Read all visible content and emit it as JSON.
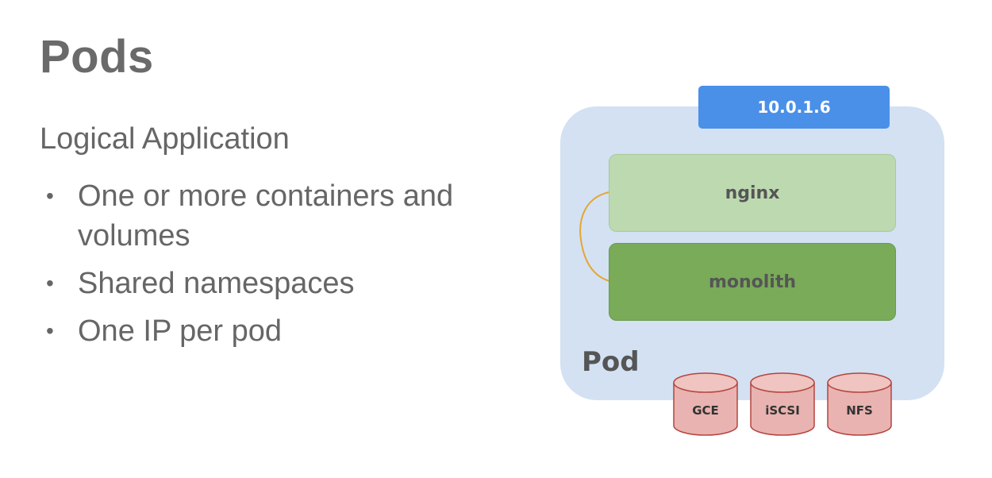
{
  "slide": {
    "title": "Pods",
    "subtitle": "Logical Application",
    "bullets": [
      "One or more containers and volumes",
      "Shared namespaces",
      "One IP per pod"
    ],
    "bullet_glyph": "•"
  },
  "diagram": {
    "ip_address": "10.0.1.6",
    "containers": [
      "nginx",
      "monolith"
    ],
    "pod_label": "Pod",
    "volumes": [
      "GCE",
      "iSCSI",
      "NFS"
    ],
    "colors": {
      "pod_background": "#d3e1f3",
      "ip_box": "#4a90e8",
      "nginx_box": "#bdd9b0",
      "monolith_box": "#79ab59",
      "link_line": "#e6a532",
      "volume_fill": "#e8b3b0",
      "volume_stroke": "#b5443e"
    }
  }
}
